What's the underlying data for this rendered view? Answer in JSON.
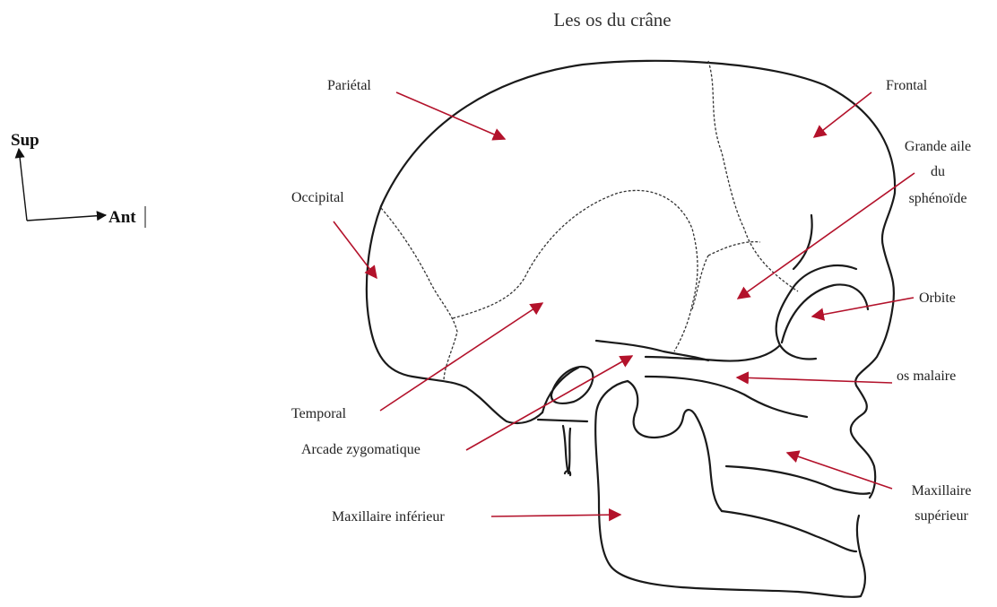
{
  "title": "Les os du crâne",
  "orientation": {
    "sup": "Sup",
    "ant": "Ant"
  },
  "labels": {
    "parietal": "Pariétal",
    "frontal": "Frontal",
    "occipital": "Occipital",
    "grande_aile_1": "Grande aile",
    "grande_aile_2": "du",
    "grande_aile_3": "sphénoïde",
    "orbite": "Orbite",
    "os_malaire": "os malaire",
    "temporal": "Temporal",
    "arcade": "Arcade zygomatique",
    "maxillaire_inf": "Maxillaire inférieur",
    "maxillaire_sup_1": "Maxillaire",
    "maxillaire_sup_2": "supérieur"
  },
  "colors": {
    "arrow": "#b3122b",
    "line": "#1a1a1a"
  }
}
